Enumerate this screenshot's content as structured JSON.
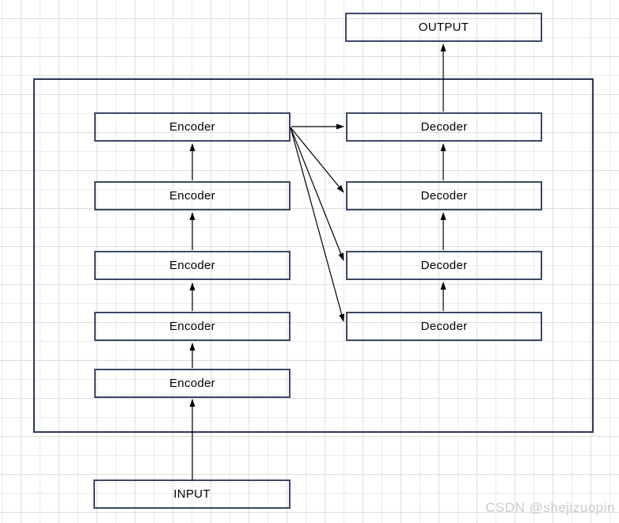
{
  "diagram": {
    "title_context": "encoder-decoder stack",
    "output": {
      "label": "OUTPUT"
    },
    "input": {
      "label": "INPUT"
    },
    "encoder_stack": {
      "items": [
        {
          "label": "Encoder"
        },
        {
          "label": "Encoder"
        },
        {
          "label": "Encoder"
        },
        {
          "label": "Encoder"
        },
        {
          "label": "Encoder"
        }
      ]
    },
    "decoder_stack": {
      "items": [
        {
          "label": "Decoder"
        },
        {
          "label": "Decoder"
        },
        {
          "label": "Decoder"
        },
        {
          "label": "Decoder"
        }
      ]
    },
    "edges": [
      "input -> encoder-bottom",
      "encoder-bottom -> encoder-2",
      "encoder-2 -> encoder-3",
      "encoder-3 -> encoder-4",
      "encoder-4 -> encoder-top",
      "encoder-top -> decoder-top",
      "encoder-top -> decoder-2",
      "encoder-top -> decoder-3",
      "encoder-top -> decoder-bottom",
      "decoder-bottom -> decoder-3",
      "decoder-3 -> decoder-2",
      "decoder-2 -> decoder-top",
      "decoder-top -> output"
    ]
  },
  "watermark": {
    "text": "CSDN @shejizuopin"
  },
  "colors": {
    "background": "#ffffff",
    "grid_minor": "#ececec",
    "grid_major": "#dddddd",
    "box_border": "#3e4866",
    "frame_border": "#2e3858",
    "arrow": "#000000",
    "text": "#000000",
    "watermark": "#cccccc"
  }
}
